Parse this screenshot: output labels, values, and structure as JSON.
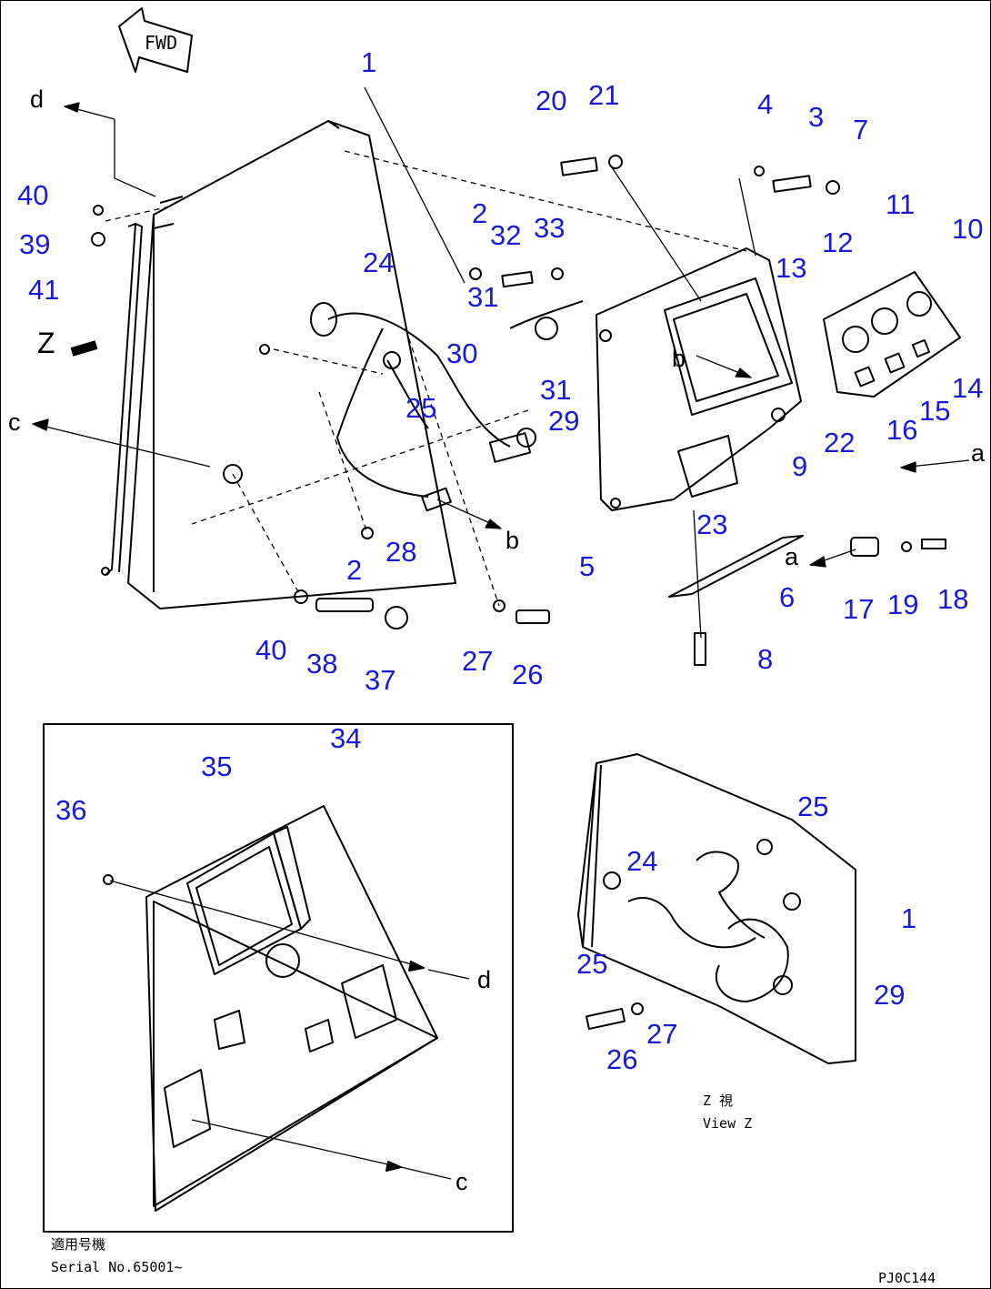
{
  "figure_id": "PJ0C144",
  "fwd_label": "FWD",
  "view_label": {
    "japanese": "Z 視",
    "english": "View Z"
  },
  "serial": {
    "japanese": "適用号機",
    "english": "Serial No.65001~"
  },
  "section_letters": [
    "a",
    "b",
    "c",
    "d",
    "Z"
  ],
  "callouts": [
    "1",
    "2",
    "3",
    "4",
    "5",
    "6",
    "7",
    "8",
    "9",
    "10",
    "11",
    "12",
    "13",
    "14",
    "15",
    "16",
    "17",
    "18",
    "19",
    "20",
    "21",
    "22",
    "23",
    "24",
    "25",
    "26",
    "27",
    "28",
    "29",
    "30",
    "31",
    "32",
    "33",
    "34",
    "35",
    "36",
    "37",
    "38",
    "39",
    "40",
    "41"
  ],
  "colors": {
    "callout": "#1a1ad6",
    "line": "#000000"
  }
}
